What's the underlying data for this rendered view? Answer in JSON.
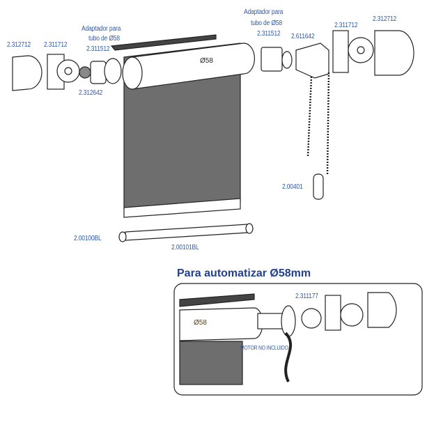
{
  "colors": {
    "label": "#2f5aa8",
    "title": "#23408e",
    "fabric": "#6e6e6e"
  },
  "main": {
    "labels": {
      "end_cap_left": "2.312712",
      "bracket_left": "2.311712",
      "adapter_left_title_1": "Adaptador para",
      "adapter_left_title_2": "tubo de Ø58",
      "adapter_left_code": "2.311512",
      "idler": "2.312642",
      "adapter_right_title_1": "Adaptador para",
      "adapter_right_title_2": "tubo de Ø58",
      "adapter_right_code": "2.311512",
      "clutch": "2.611642",
      "bracket_right": "2.311712",
      "end_cap_right": "2.312712",
      "chain_weight": "2.00401",
      "bottom_bar_cap": "2.00100BL",
      "bottom_bar": "2.00101BL",
      "tube_diameter": "Ø58"
    }
  },
  "inset": {
    "title": "Para automatizar Ø58mm",
    "motor_plate": "2.311177",
    "tube_diameter": "Ø58",
    "motor_note": "MOTOR NO INCLUIDO"
  }
}
